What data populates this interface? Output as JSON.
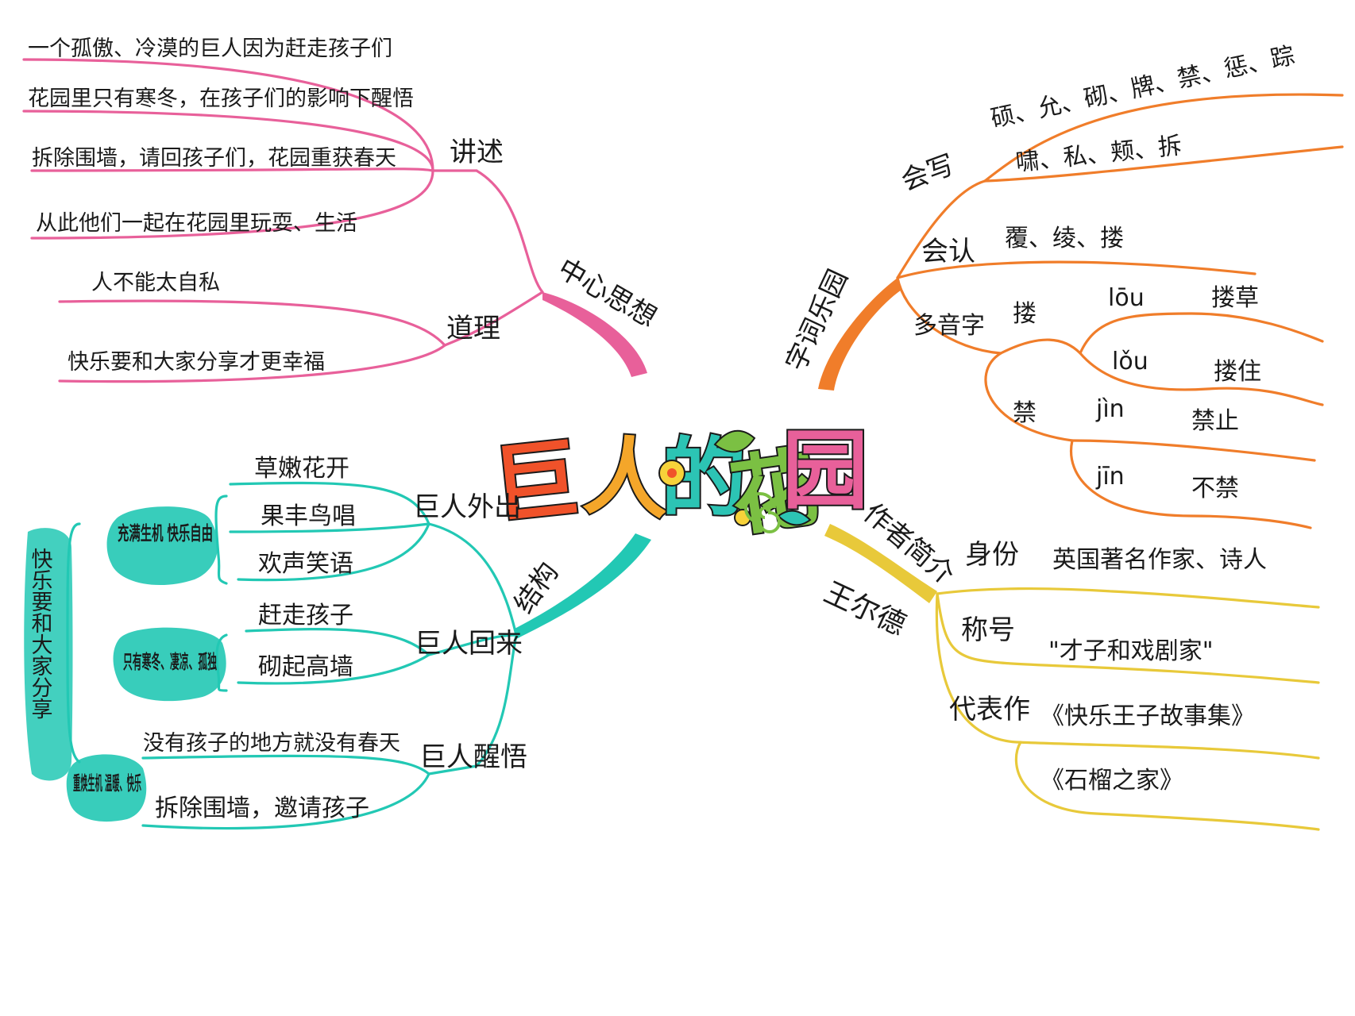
{
  "title": {
    "chars": [
      "巨",
      "人",
      "的",
      "花",
      "园"
    ]
  },
  "colors": {
    "pink": "#e8609a",
    "orange": "#f07d2a",
    "teal": "#22c8b4",
    "yellow": "#e8c93a"
  },
  "center_idea": {
    "label": "中心思想",
    "narrate": {
      "label": "讲述",
      "items": [
        "一个孤傲、冷漠的巨人因为赶走孩子们",
        "花园里只有寒冬，在孩子们的影响下醒悟",
        "拆除围墙，请回孩子们，花园重获春天",
        "从此他们一起在花园里玩耍、生活"
      ]
    },
    "lesson": {
      "label": "道理",
      "items": [
        "人不能太自私",
        "快乐要和大家分享才更幸福"
      ]
    }
  },
  "structure": {
    "label": "结构",
    "side_label": "快乐要和大家分享",
    "out": {
      "label": "巨人外出",
      "items": [
        "草嫩花开",
        "果丰鸟唱",
        "欢声笑语"
      ],
      "blob": "充满生机 快乐自由"
    },
    "back": {
      "label": "巨人回来",
      "items": [
        "赶走孩子",
        "砌起高墙"
      ],
      "blob": "只有寒冬、凄凉、孤独"
    },
    "awake": {
      "label": "巨人醒悟",
      "items": [
        "没有孩子的地方就没有春天",
        "拆除围墙，邀请孩子"
      ],
      "blob": "重焕生机 温暖、快乐"
    }
  },
  "words": {
    "label": "字词乐园",
    "write": {
      "label": "会写",
      "line1": "硕、允、砌、牌、禁、惩、踪",
      "line2": "啸、私、颊、拆"
    },
    "recognize": {
      "label": "会认",
      "text": "覆、绫、搂"
    },
    "polyphone": {
      "label": "多音字",
      "lou": {
        "char": "搂",
        "p1": "lōu",
        "w1": "搂草",
        "p2": "lǒu",
        "w2": "搂住"
      },
      "jin": {
        "char": "禁",
        "p1": "jìn",
        "w1": "禁止",
        "p2": "jīn",
        "w2": "不禁"
      }
    }
  },
  "author": {
    "label": "作者简介",
    "name": "王尔德",
    "identity": {
      "label": "身份",
      "text": "英国著名作家、诗人"
    },
    "title_name": {
      "label": "称号",
      "text": "\"才子和戏剧家\""
    },
    "works": {
      "label": "代表作",
      "items": [
        "《快乐王子故事集》",
        "《石榴之家》"
      ]
    }
  }
}
